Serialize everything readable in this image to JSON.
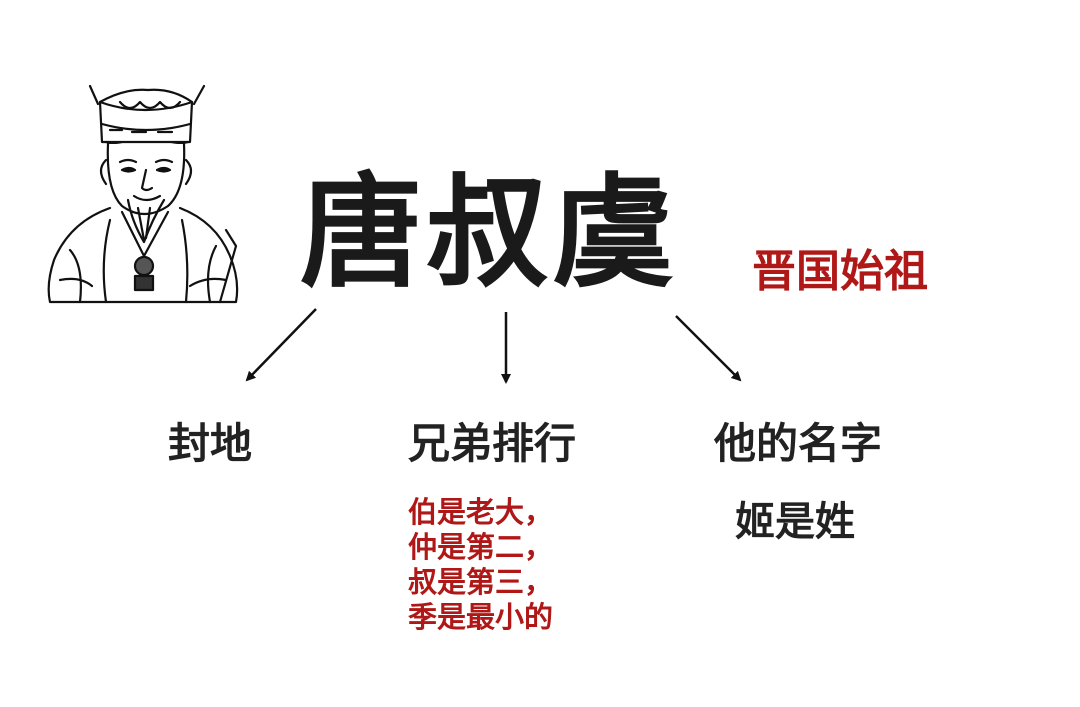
{
  "title": "唐叔虞",
  "subtitle": "晋国始祖",
  "branches": [
    {
      "label": "封地"
    },
    {
      "label": "兄弟排行",
      "notes": [
        "伯是老大，",
        "仲是第二，",
        "叔是第三，",
        "季是最小的"
      ]
    },
    {
      "label": "他的名字",
      "note": "姬是姓"
    }
  ],
  "colors": {
    "title": "#1a1a1a",
    "accent": "#b01818",
    "text": "#222222"
  }
}
